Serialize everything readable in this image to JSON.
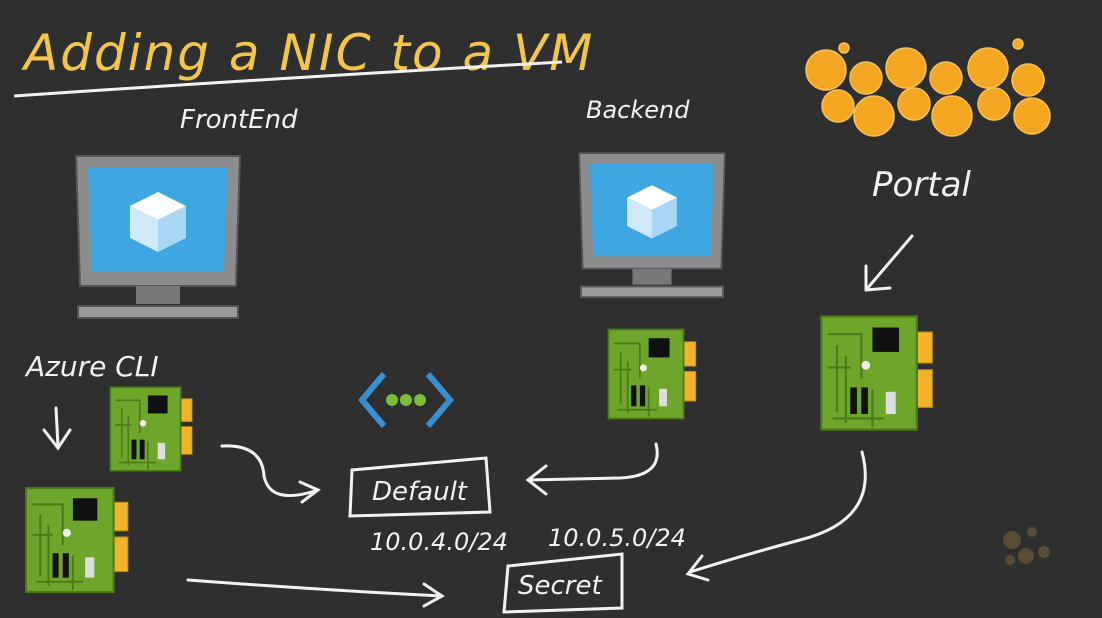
{
  "title": "Adding a NIC to a VM",
  "colors": {
    "background": "#2f2f2f",
    "title": "#f3c64a",
    "chalk": "#f2f2f2",
    "nic_green": "#6ea62c",
    "nic_gold": "#f2b32a",
    "vm_blue": "#3ea6e0",
    "vnet_blue": "#3a8fd0",
    "vnet_green": "#7bbf3a",
    "portal_orange": "#f5a623"
  },
  "labels": {
    "frontend": "FrontEnd",
    "backend": "Backend",
    "portal": "Portal",
    "azure_cli": "Azure CLI",
    "default_subnet": "Default",
    "secret_subnet": "Secret",
    "default_cidr": "10.0.4.0/24",
    "secret_cidr": "10.0.5.0/24"
  },
  "icons": {
    "frontend_vm": "monitor-cube-icon",
    "backend_vm": "monitor-cube-icon",
    "vnet": "virtual-network-icon",
    "portal": "portal-dots-icon",
    "nic": "nic-card-icon",
    "watermark": "watermark-dots-icon"
  }
}
